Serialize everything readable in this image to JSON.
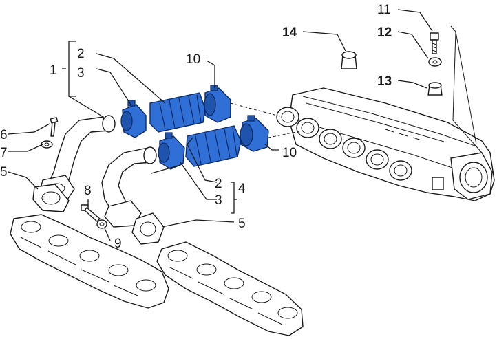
{
  "callouts": [
    {
      "id": "c1",
      "text": "1",
      "bold": false
    },
    {
      "id": "c2a",
      "text": "2",
      "bold": false
    },
    {
      "id": "c3a",
      "text": "3",
      "bold": false
    },
    {
      "id": "c10a",
      "text": "10",
      "bold": false
    },
    {
      "id": "c6",
      "text": "6",
      "bold": false
    },
    {
      "id": "c7",
      "text": "7",
      "bold": false
    },
    {
      "id": "c5a",
      "text": "5",
      "bold": false
    },
    {
      "id": "c8",
      "text": "8",
      "bold": false
    },
    {
      "id": "c9",
      "text": "9",
      "bold": false
    },
    {
      "id": "c10b",
      "text": "10",
      "bold": false
    },
    {
      "id": "c2b",
      "text": "2",
      "bold": false
    },
    {
      "id": "c4",
      "text": "4",
      "bold": false
    },
    {
      "id": "c3b",
      "text": "3",
      "bold": false
    },
    {
      "id": "c5b",
      "text": "5",
      "bold": false
    },
    {
      "id": "c11",
      "text": "11",
      "bold": false
    },
    {
      "id": "c12",
      "text": "12",
      "bold": true
    },
    {
      "id": "c13",
      "text": "13",
      "bold": true
    },
    {
      "id": "c14",
      "text": "14",
      "bold": true
    }
  ],
  "colors": {
    "highlight": "#2f6fd6",
    "line": "#1a1a1a"
  }
}
